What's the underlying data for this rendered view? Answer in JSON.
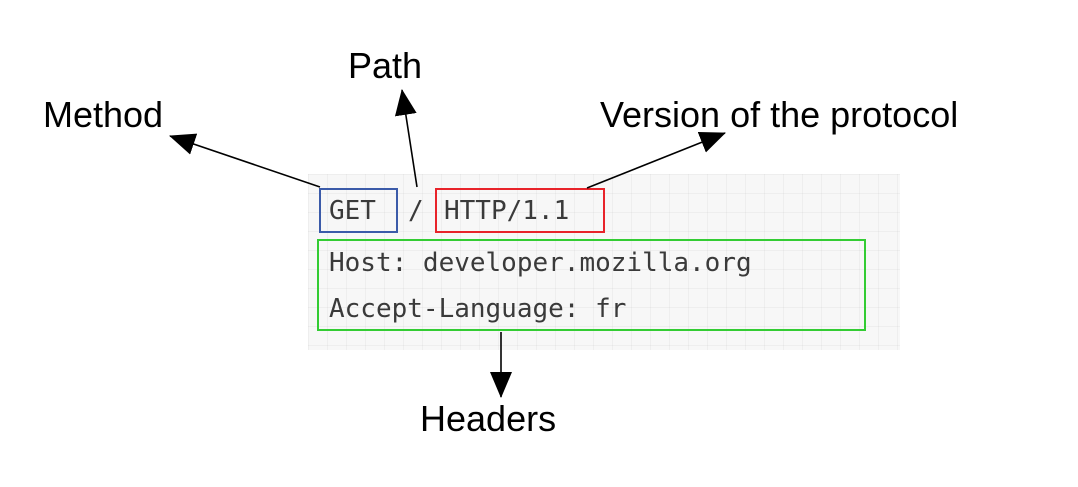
{
  "request": {
    "method": "GET",
    "path": "/",
    "version": "HTTP/1.1",
    "headers": [
      "Host: developer.mozilla.org",
      "Accept-Language: fr"
    ]
  },
  "labels": {
    "method": "Method",
    "path": "Path",
    "version": "Version of the protocol",
    "headers": "Headers"
  },
  "colors": {
    "method_box": "#3b5ba9",
    "version_box": "#e8232a",
    "headers_box": "#33cc33",
    "code_background": "#f7f7f7",
    "arrow": "#000000"
  }
}
